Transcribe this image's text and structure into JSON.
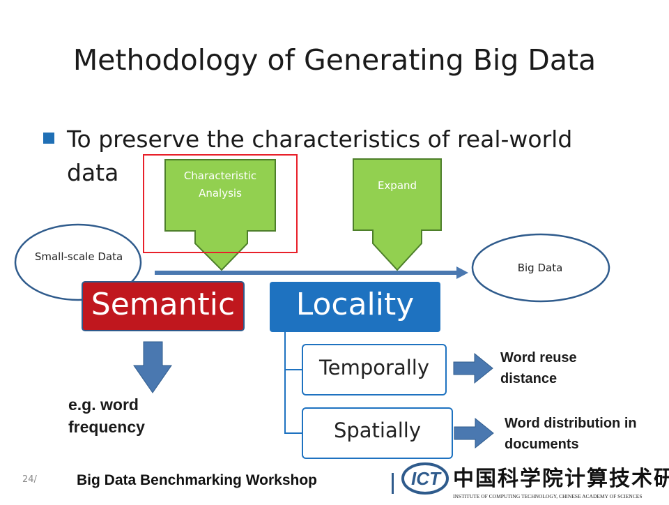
{
  "slide": {
    "title": "Methodology of Generating Big Data",
    "bullet": "To preserve the characteristics of real-world data"
  },
  "diagram": {
    "small_scale": "Small-scale Data",
    "big_data": "Big Data",
    "characteristic_analysis": "Characteristic Analysis",
    "expand": "Expand",
    "semantic": "Semantic",
    "locality": "Locality",
    "temporally": "Temporally",
    "spatially": "Spatially",
    "semantic_example": "e.g. word frequency",
    "temporal_note": "Word reuse distance",
    "spatial_note": "Word distribution in documents"
  },
  "footer": {
    "page_number": "24/",
    "workshop": "Big Data Benchmarking Workshop",
    "logo_text": "ICT",
    "logo_caption": "INSTITUTE OF COMPUTING TECHNOLOGY, CHINESE ACADEMY OF SCIENCES"
  },
  "colors": {
    "green": "#92d050",
    "semantic_red": "#c0171e",
    "locality_blue": "#1e72c0",
    "arrow_blue": "#4a78b0",
    "highlight_red": "#e8202a"
  }
}
